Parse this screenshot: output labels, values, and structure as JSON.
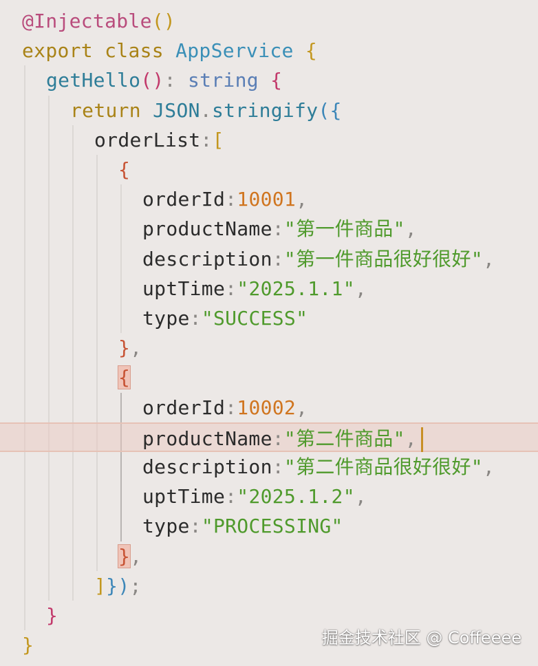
{
  "colors": {
    "background": "#ece8e6",
    "decorator": "#b94c7c",
    "keyword": "#a98317",
    "class_name": "#3a8fb7",
    "method": "#2e7d98",
    "type": "#5a7eb5",
    "property": "#2b2b2b",
    "punctuation": "#8a8784",
    "number": "#d0751f",
    "string": "#4f9a2c",
    "bracket_gold": "#c3971f",
    "bracket_magenta": "#c2396b",
    "bracket_blue": "#3c86b8",
    "bracket_red": "#c75233",
    "cursor": "#c88f25",
    "watermark": "#ffffff"
  },
  "watermark": "掘金技术社区 @ Coffeeee",
  "lines": [
    {
      "indent": 0,
      "tokens": [
        {
          "t": "@Injectable",
          "c": "decorator"
        },
        {
          "t": "()",
          "c": "bracket_gold"
        }
      ]
    },
    {
      "indent": 0,
      "tokens": [
        {
          "t": "export",
          "c": "keyword"
        },
        {
          "t": " ",
          "c": "property"
        },
        {
          "t": "class",
          "c": "keyword"
        },
        {
          "t": " ",
          "c": "property"
        },
        {
          "t": "AppService",
          "c": "class_name"
        },
        {
          "t": " ",
          "c": "property"
        },
        {
          "t": "{",
          "c": "bracket_gold"
        }
      ]
    },
    {
      "indent": 1,
      "tokens": [
        {
          "t": "getHello",
          "c": "method"
        },
        {
          "t": "()",
          "c": "bracket_magenta"
        },
        {
          "t": ":",
          "c": "punctuation"
        },
        {
          "t": " ",
          "c": "property"
        },
        {
          "t": "string",
          "c": "type"
        },
        {
          "t": " ",
          "c": "property"
        },
        {
          "t": "{",
          "c": "bracket_magenta"
        }
      ]
    },
    {
      "indent": 2,
      "tokens": [
        {
          "t": "return",
          "c": "keyword"
        },
        {
          "t": " ",
          "c": "property"
        },
        {
          "t": "JSON",
          "c": "method"
        },
        {
          "t": ".",
          "c": "punctuation"
        },
        {
          "t": "stringify",
          "c": "method"
        },
        {
          "t": "({",
          "c": "bracket_blue"
        }
      ]
    },
    {
      "indent": 3,
      "tokens": [
        {
          "t": "orderList",
          "c": "property"
        },
        {
          "t": ":",
          "c": "punctuation"
        },
        {
          "t": "[",
          "c": "bracket_gold"
        }
      ]
    },
    {
      "indent": 4,
      "tokens": [
        {
          "t": "{",
          "c": "bracket_red"
        }
      ]
    },
    {
      "indent": 5,
      "tokens": [
        {
          "t": "orderId",
          "c": "property"
        },
        {
          "t": ":",
          "c": "punctuation"
        },
        {
          "t": "10001",
          "c": "number"
        },
        {
          "t": ",",
          "c": "punctuation"
        }
      ]
    },
    {
      "indent": 5,
      "tokens": [
        {
          "t": "productName",
          "c": "property"
        },
        {
          "t": ":",
          "c": "punctuation"
        },
        {
          "t": "\"第一件商品\"",
          "c": "string"
        },
        {
          "t": ",",
          "c": "punctuation"
        }
      ]
    },
    {
      "indent": 5,
      "tokens": [
        {
          "t": "description",
          "c": "property"
        },
        {
          "t": ":",
          "c": "punctuation"
        },
        {
          "t": "\"第一件商品很好很好\"",
          "c": "string"
        },
        {
          "t": ",",
          "c": "punctuation"
        }
      ]
    },
    {
      "indent": 5,
      "tokens": [
        {
          "t": "uptTime",
          "c": "property"
        },
        {
          "t": ":",
          "c": "punctuation"
        },
        {
          "t": "\"2025.1.1\"",
          "c": "string"
        },
        {
          "t": ",",
          "c": "punctuation"
        }
      ]
    },
    {
      "indent": 5,
      "tokens": [
        {
          "t": "type",
          "c": "property"
        },
        {
          "t": ":",
          "c": "punctuation"
        },
        {
          "t": "\"SUCCESS\"",
          "c": "string"
        }
      ]
    },
    {
      "indent": 4,
      "tokens": [
        {
          "t": "}",
          "c": "bracket_red"
        },
        {
          "t": ",",
          "c": "punctuation"
        }
      ]
    },
    {
      "indent": 4,
      "tokens": [
        {
          "t": "{",
          "c": "bracket_red",
          "hl": true
        }
      ]
    },
    {
      "indent": 5,
      "tokens": [
        {
          "t": "orderId",
          "c": "property"
        },
        {
          "t": ":",
          "c": "punctuation"
        },
        {
          "t": "10002",
          "c": "number"
        },
        {
          "t": ",",
          "c": "punctuation"
        }
      ]
    },
    {
      "indent": 5,
      "current": true,
      "tokens": [
        {
          "t": "productName",
          "c": "property"
        },
        {
          "t": ":",
          "c": "punctuation"
        },
        {
          "t": "\"第二件商品\"",
          "c": "string"
        },
        {
          "t": ",",
          "c": "punctuation"
        }
      ]
    },
    {
      "indent": 5,
      "tokens": [
        {
          "t": "description",
          "c": "property"
        },
        {
          "t": ":",
          "c": "punctuation"
        },
        {
          "t": "\"第二件商品很好很好\"",
          "c": "string"
        },
        {
          "t": ",",
          "c": "punctuation"
        }
      ]
    },
    {
      "indent": 5,
      "tokens": [
        {
          "t": "uptTime",
          "c": "property"
        },
        {
          "t": ":",
          "c": "punctuation"
        },
        {
          "t": "\"2025.1.2\"",
          "c": "string"
        },
        {
          "t": ",",
          "c": "punctuation"
        }
      ]
    },
    {
      "indent": 5,
      "tokens": [
        {
          "t": "type",
          "c": "property"
        },
        {
          "t": ":",
          "c": "punctuation"
        },
        {
          "t": "\"PROCESSING\"",
          "c": "string"
        }
      ]
    },
    {
      "indent": 4,
      "tokens": [
        {
          "t": "}",
          "c": "bracket_red",
          "hl": true
        },
        {
          "t": ",",
          "c": "punctuation"
        }
      ]
    },
    {
      "indent": 3,
      "tokens": [
        {
          "t": "]",
          "c": "bracket_gold"
        },
        {
          "t": "})",
          "c": "bracket_blue"
        },
        {
          "t": ";",
          "c": "punctuation"
        }
      ]
    },
    {
      "indent": 1,
      "tokens": [
        {
          "t": "}",
          "c": "bracket_magenta"
        }
      ]
    },
    {
      "indent": 0,
      "tokens": [
        {
          "t": "}",
          "c": "bracket_gold"
        }
      ]
    }
  ]
}
